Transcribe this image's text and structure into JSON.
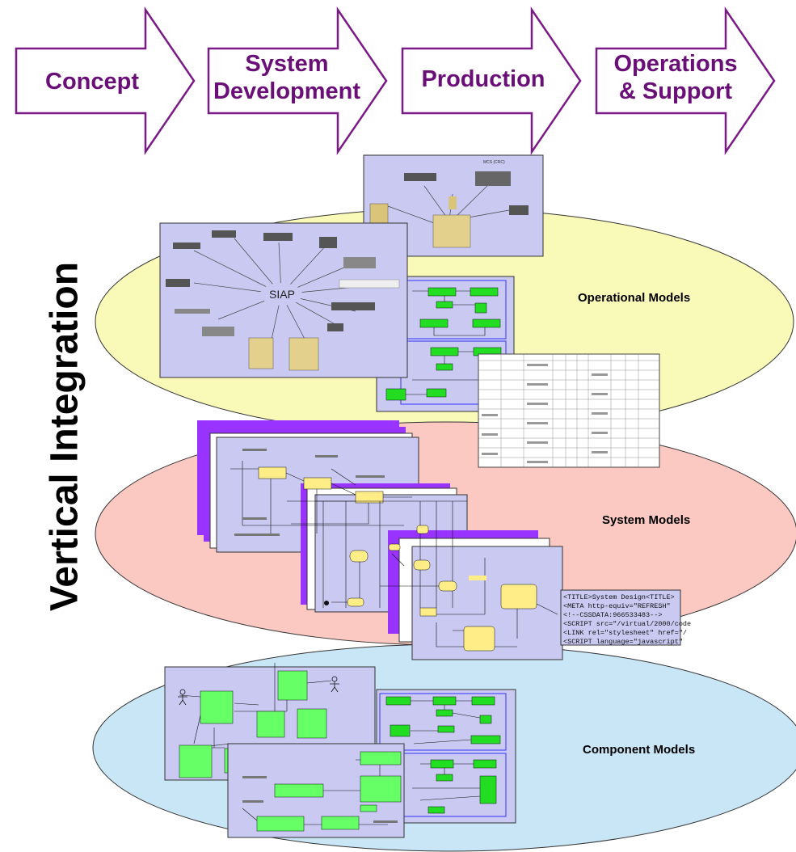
{
  "phases": [
    {
      "lines": [
        "Concept"
      ]
    },
    {
      "lines": [
        "System",
        "Development"
      ]
    },
    {
      "lines": [
        "Production"
      ]
    },
    {
      "lines": [
        "Operations",
        "& Support"
      ]
    }
  ],
  "side_label": "Vertical Integration",
  "models": {
    "operational": "Operational Models",
    "system": "System Models",
    "component": "Component Models"
  },
  "siap_label": "SIAP",
  "mcs_label": "MCS (CRC)",
  "code_lines": [
    "<TITLE>System Design<TITLE>",
    "<META http-equiv=\"REFRESH\"",
    "<!--CSSDATA:966533483-->",
    "<SCRIPT src=\"/virtual/2000/code",
    "<LINK rel=\"stylesheet\" href=\"/",
    "<SCRIPT language=\"javascript\""
  ],
  "colors": {
    "arrow_stroke": "#7a1a86",
    "phase_text": "#6b0f78",
    "operational_ellipse": "#fafab8",
    "system_ellipse": "#fbc9c2",
    "component_ellipse": "#c9e6f6",
    "panel_fill": "#c9c9f2",
    "accent_purple": "#9933ff",
    "box_green": "#22dd22",
    "box_yellow": "#ffee88"
  }
}
